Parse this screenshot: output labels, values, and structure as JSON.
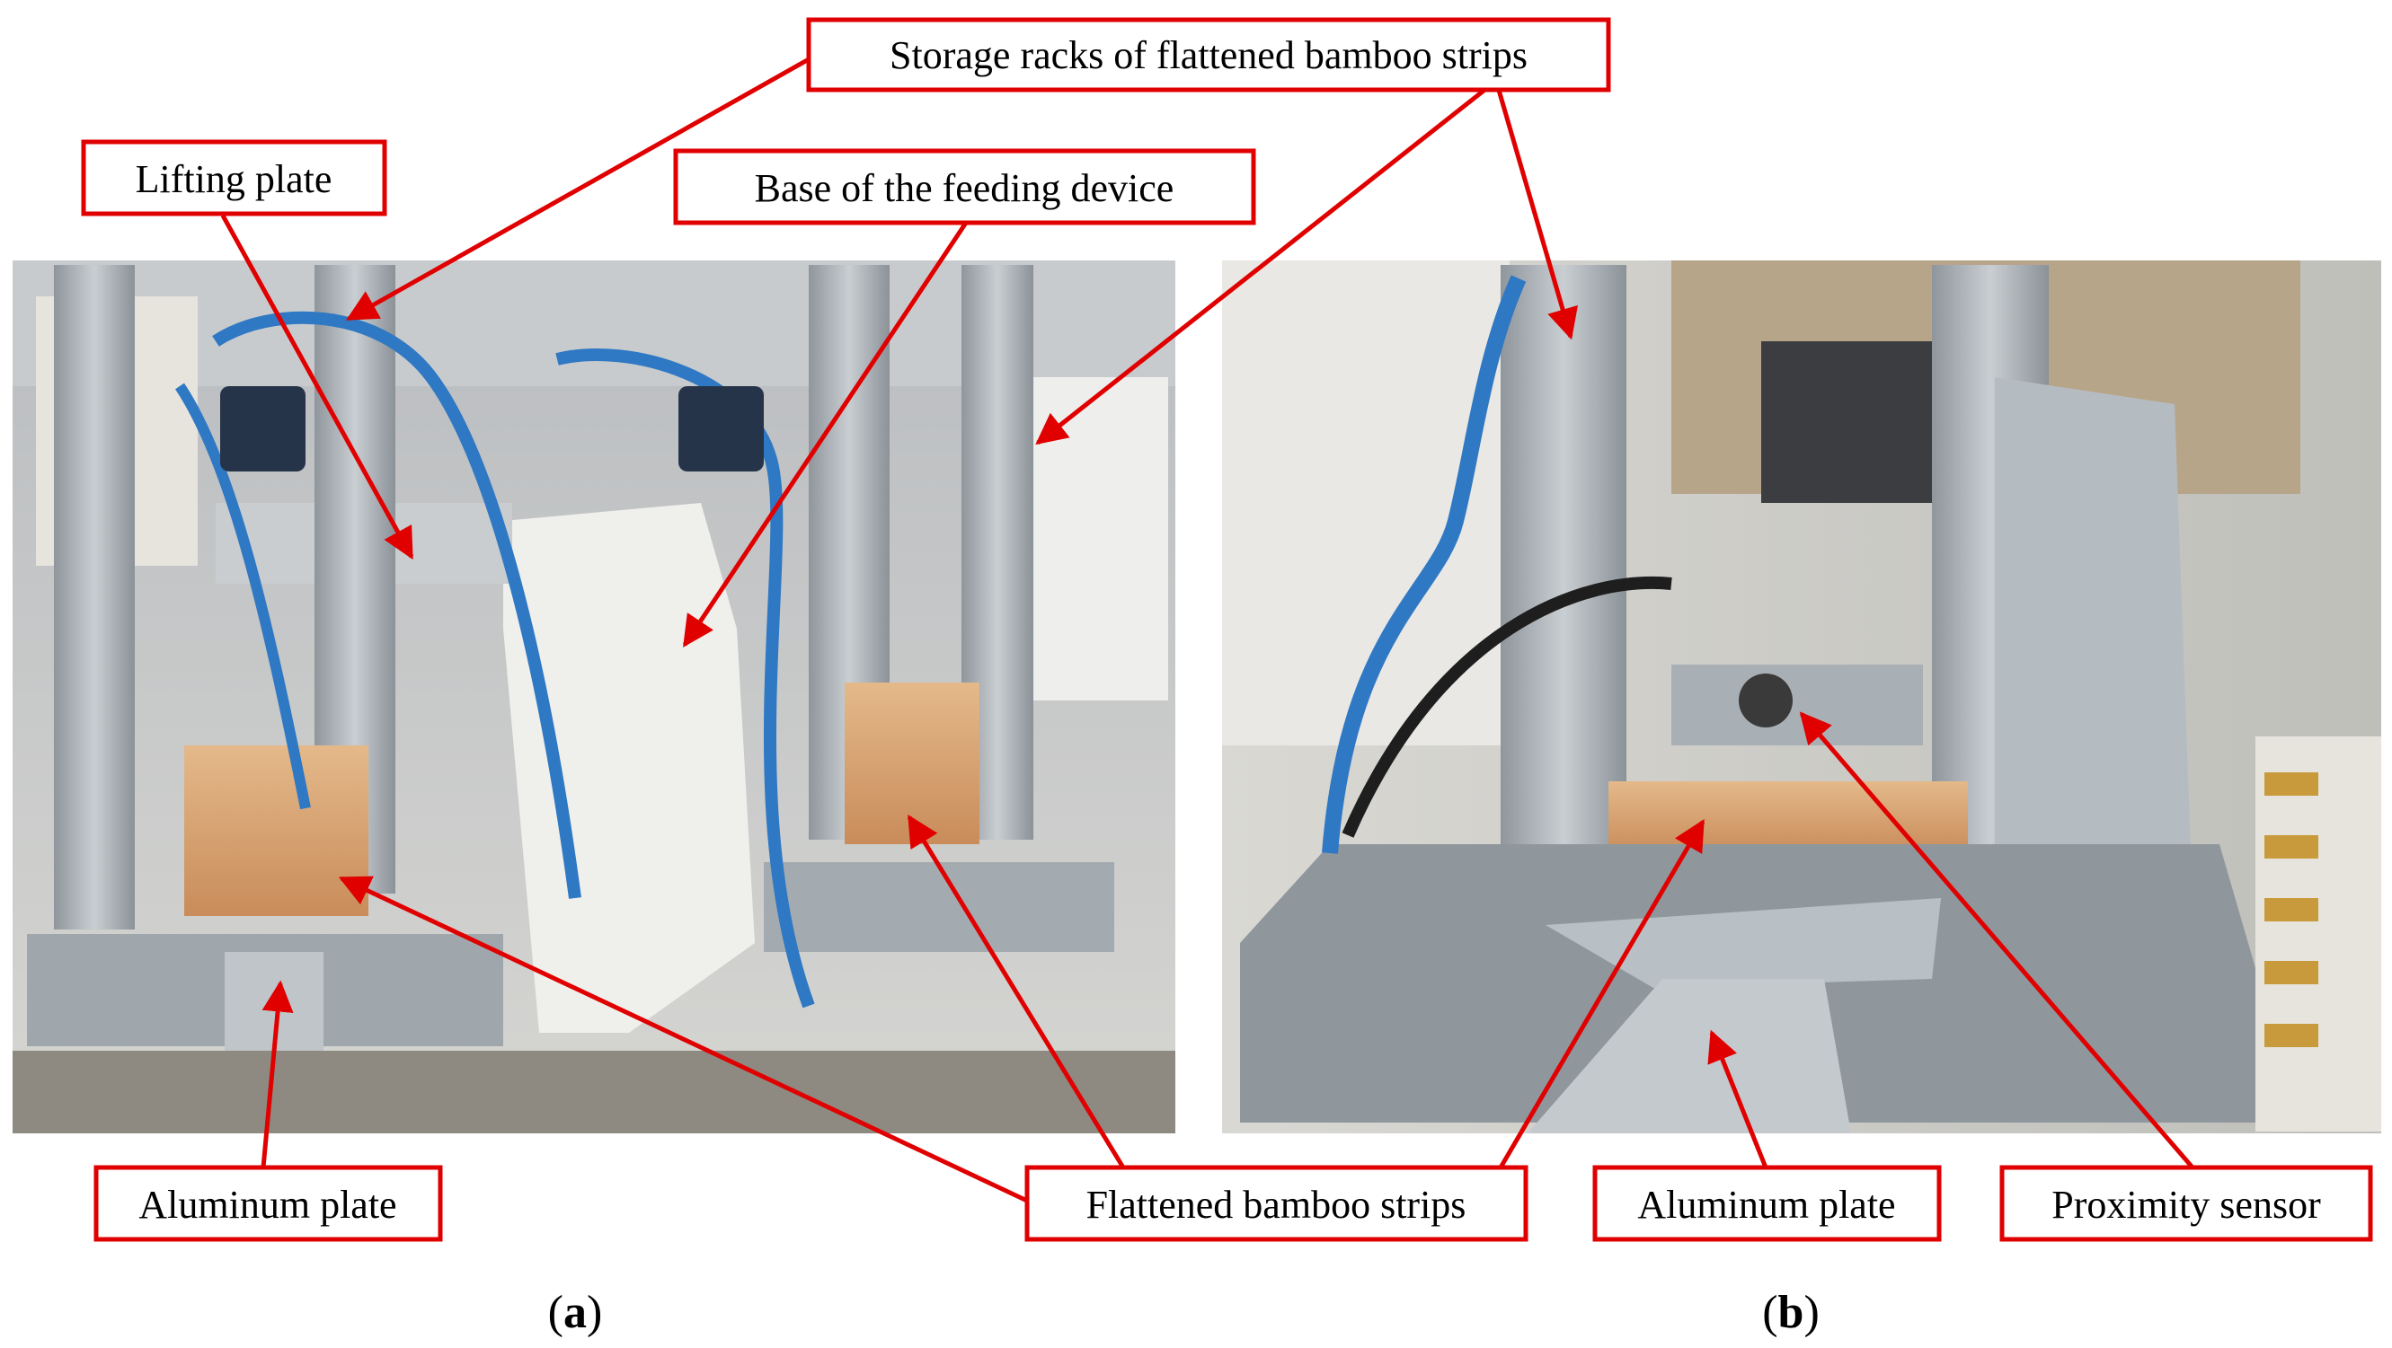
{
  "figure": {
    "callouts": [
      {
        "id": "storage",
        "text": "Storage racks of flattened bamboo strips"
      },
      {
        "id": "lifting",
        "text": "Lifting plate"
      },
      {
        "id": "base",
        "text": "Base of the feeding device"
      },
      {
        "id": "alum-a",
        "text": "Aluminum plate"
      },
      {
        "id": "flattened",
        "text": "Flattened bamboo strips"
      },
      {
        "id": "alum-b",
        "text": "Aluminum plate"
      },
      {
        "id": "proximity",
        "text": "Proximity sensor"
      }
    ],
    "panels": [
      {
        "open": "(",
        "letter": "a",
        "close": ")"
      },
      {
        "open": "(",
        "letter": "b",
        "close": ")"
      }
    ],
    "colors": {
      "callout": "#e00000",
      "background": "#ffffff"
    }
  }
}
